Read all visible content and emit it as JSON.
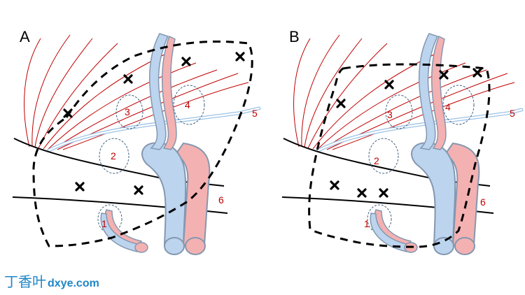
{
  "panels": [
    {
      "letter": "A",
      "labels": [
        "1",
        "2",
        "3",
        "4",
        "5",
        "6"
      ]
    },
    {
      "letter": "B",
      "labels": [
        "1",
        "2",
        "3",
        "4",
        "5",
        "6"
      ]
    }
  ],
  "watermark": {
    "chinese": "丁香叶",
    "latin": "dxye.com"
  },
  "colors": {
    "nerve": "#c00000",
    "artery": "#f4b1b1",
    "vein": "#bcd4ee",
    "vessel_outline": "#8497b0",
    "label": "#c00000",
    "watermark": "#1f86c8"
  }
}
